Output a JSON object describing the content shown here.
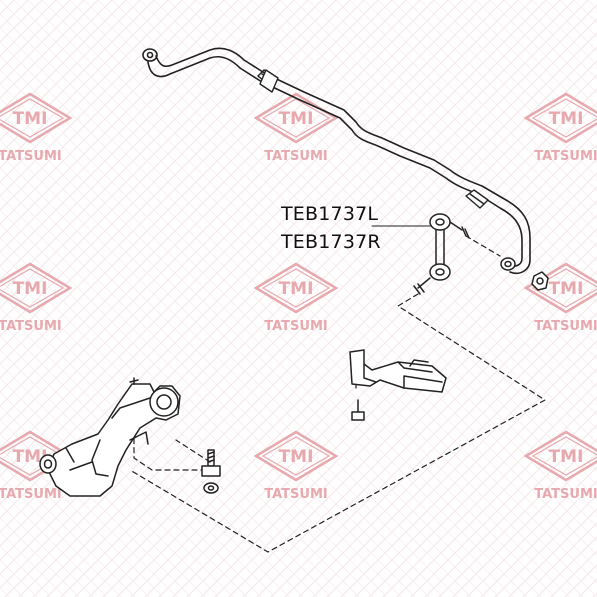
{
  "part_numbers": {
    "left": "TEB1737L",
    "right": "TEB1737R"
  },
  "watermark": {
    "logo_text": "TMI",
    "brand_text": "TATSUMI",
    "color": "#e7a9ae"
  },
  "colors": {
    "line": "#222222",
    "background": "#ffffff",
    "pattern": "#f1e4e5"
  }
}
